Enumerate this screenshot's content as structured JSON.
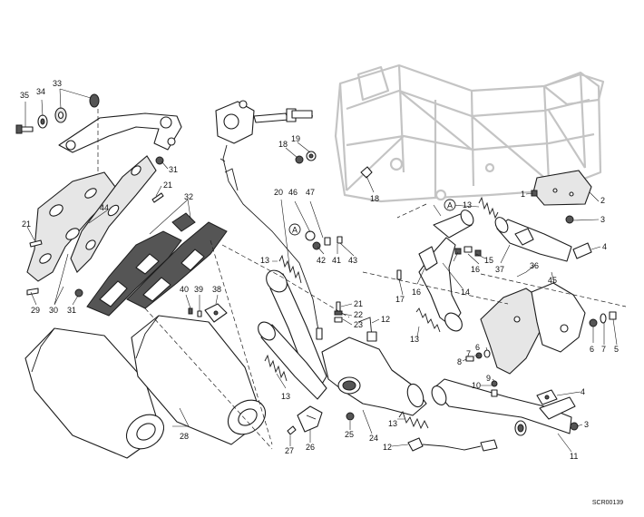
{
  "drawing": {
    "code": "SCR00139",
    "ref_marker": "A",
    "callouts": {
      "c35": "35",
      "c34": "34",
      "c33": "33",
      "c31a": "31",
      "c21a": "21",
      "c32": "32",
      "c44": "44",
      "c21b": "21",
      "c29": "29",
      "c30": "30",
      "c31b": "31",
      "c40": "40",
      "c39": "39",
      "c38": "38",
      "c28": "28",
      "c18a": "18",
      "c19": "19",
      "c18b": "18",
      "c20": "20",
      "c46": "46",
      "c47": "47",
      "c42": "42",
      "c41": "41",
      "c43": "43",
      "c13a": "13",
      "c21c": "21",
      "c22": "22",
      "c23": "23",
      "c12a": "12",
      "c13b": "13",
      "c27": "27",
      "c26": "26",
      "c25": "25",
      "c24": "24",
      "c13c": "13",
      "c12b": "12",
      "c17": "17",
      "c16a": "16",
      "c14": "14",
      "c13d": "13",
      "c15": "15",
      "c16b": "16",
      "c13e": "13",
      "c37": "37",
      "c36": "36",
      "c45": "45",
      "c1": "1",
      "c2": "2",
      "c3a": "3",
      "c4a": "4",
      "c6a": "6",
      "c7a": "7",
      "c5": "5",
      "c8": "8",
      "c7b": "7",
      "c6b": "6",
      "c10": "10",
      "c9": "9",
      "c4b": "4",
      "c3b": "3",
      "c11": "11"
    }
  }
}
